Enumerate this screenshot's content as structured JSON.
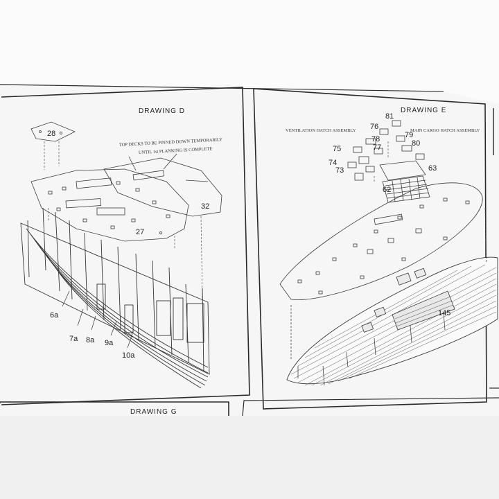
{
  "drawing_d": {
    "title": "DRAWING D",
    "note_line1": "TOP DECKS TO BE PINNED DOWN TEMPORARILY",
    "note_line2": "UNTIL 1st PLANKING IS COMPLETE",
    "parts": [
      "28",
      "32",
      "27",
      "6a",
      "7a",
      "8a",
      "9a",
      "10a"
    ]
  },
  "drawing_e": {
    "title": "DRAWING E",
    "ventilation_label": "VENTILATION HATCH ASSEMBLY",
    "cargo_label": "MAIN CARGO HATCH ASSEMBLY",
    "parts": [
      "81",
      "76",
      "79",
      "78",
      "80",
      "75",
      "77",
      "74",
      "73",
      "63",
      "62",
      "145"
    ]
  },
  "drawing_g": {
    "title": "DRAWING G"
  },
  "colors": {
    "paper": "#ffffff",
    "ink": "#2a2a2a",
    "background_top": "#f7f7f7",
    "background_bottom": "#f0f0f0"
  }
}
